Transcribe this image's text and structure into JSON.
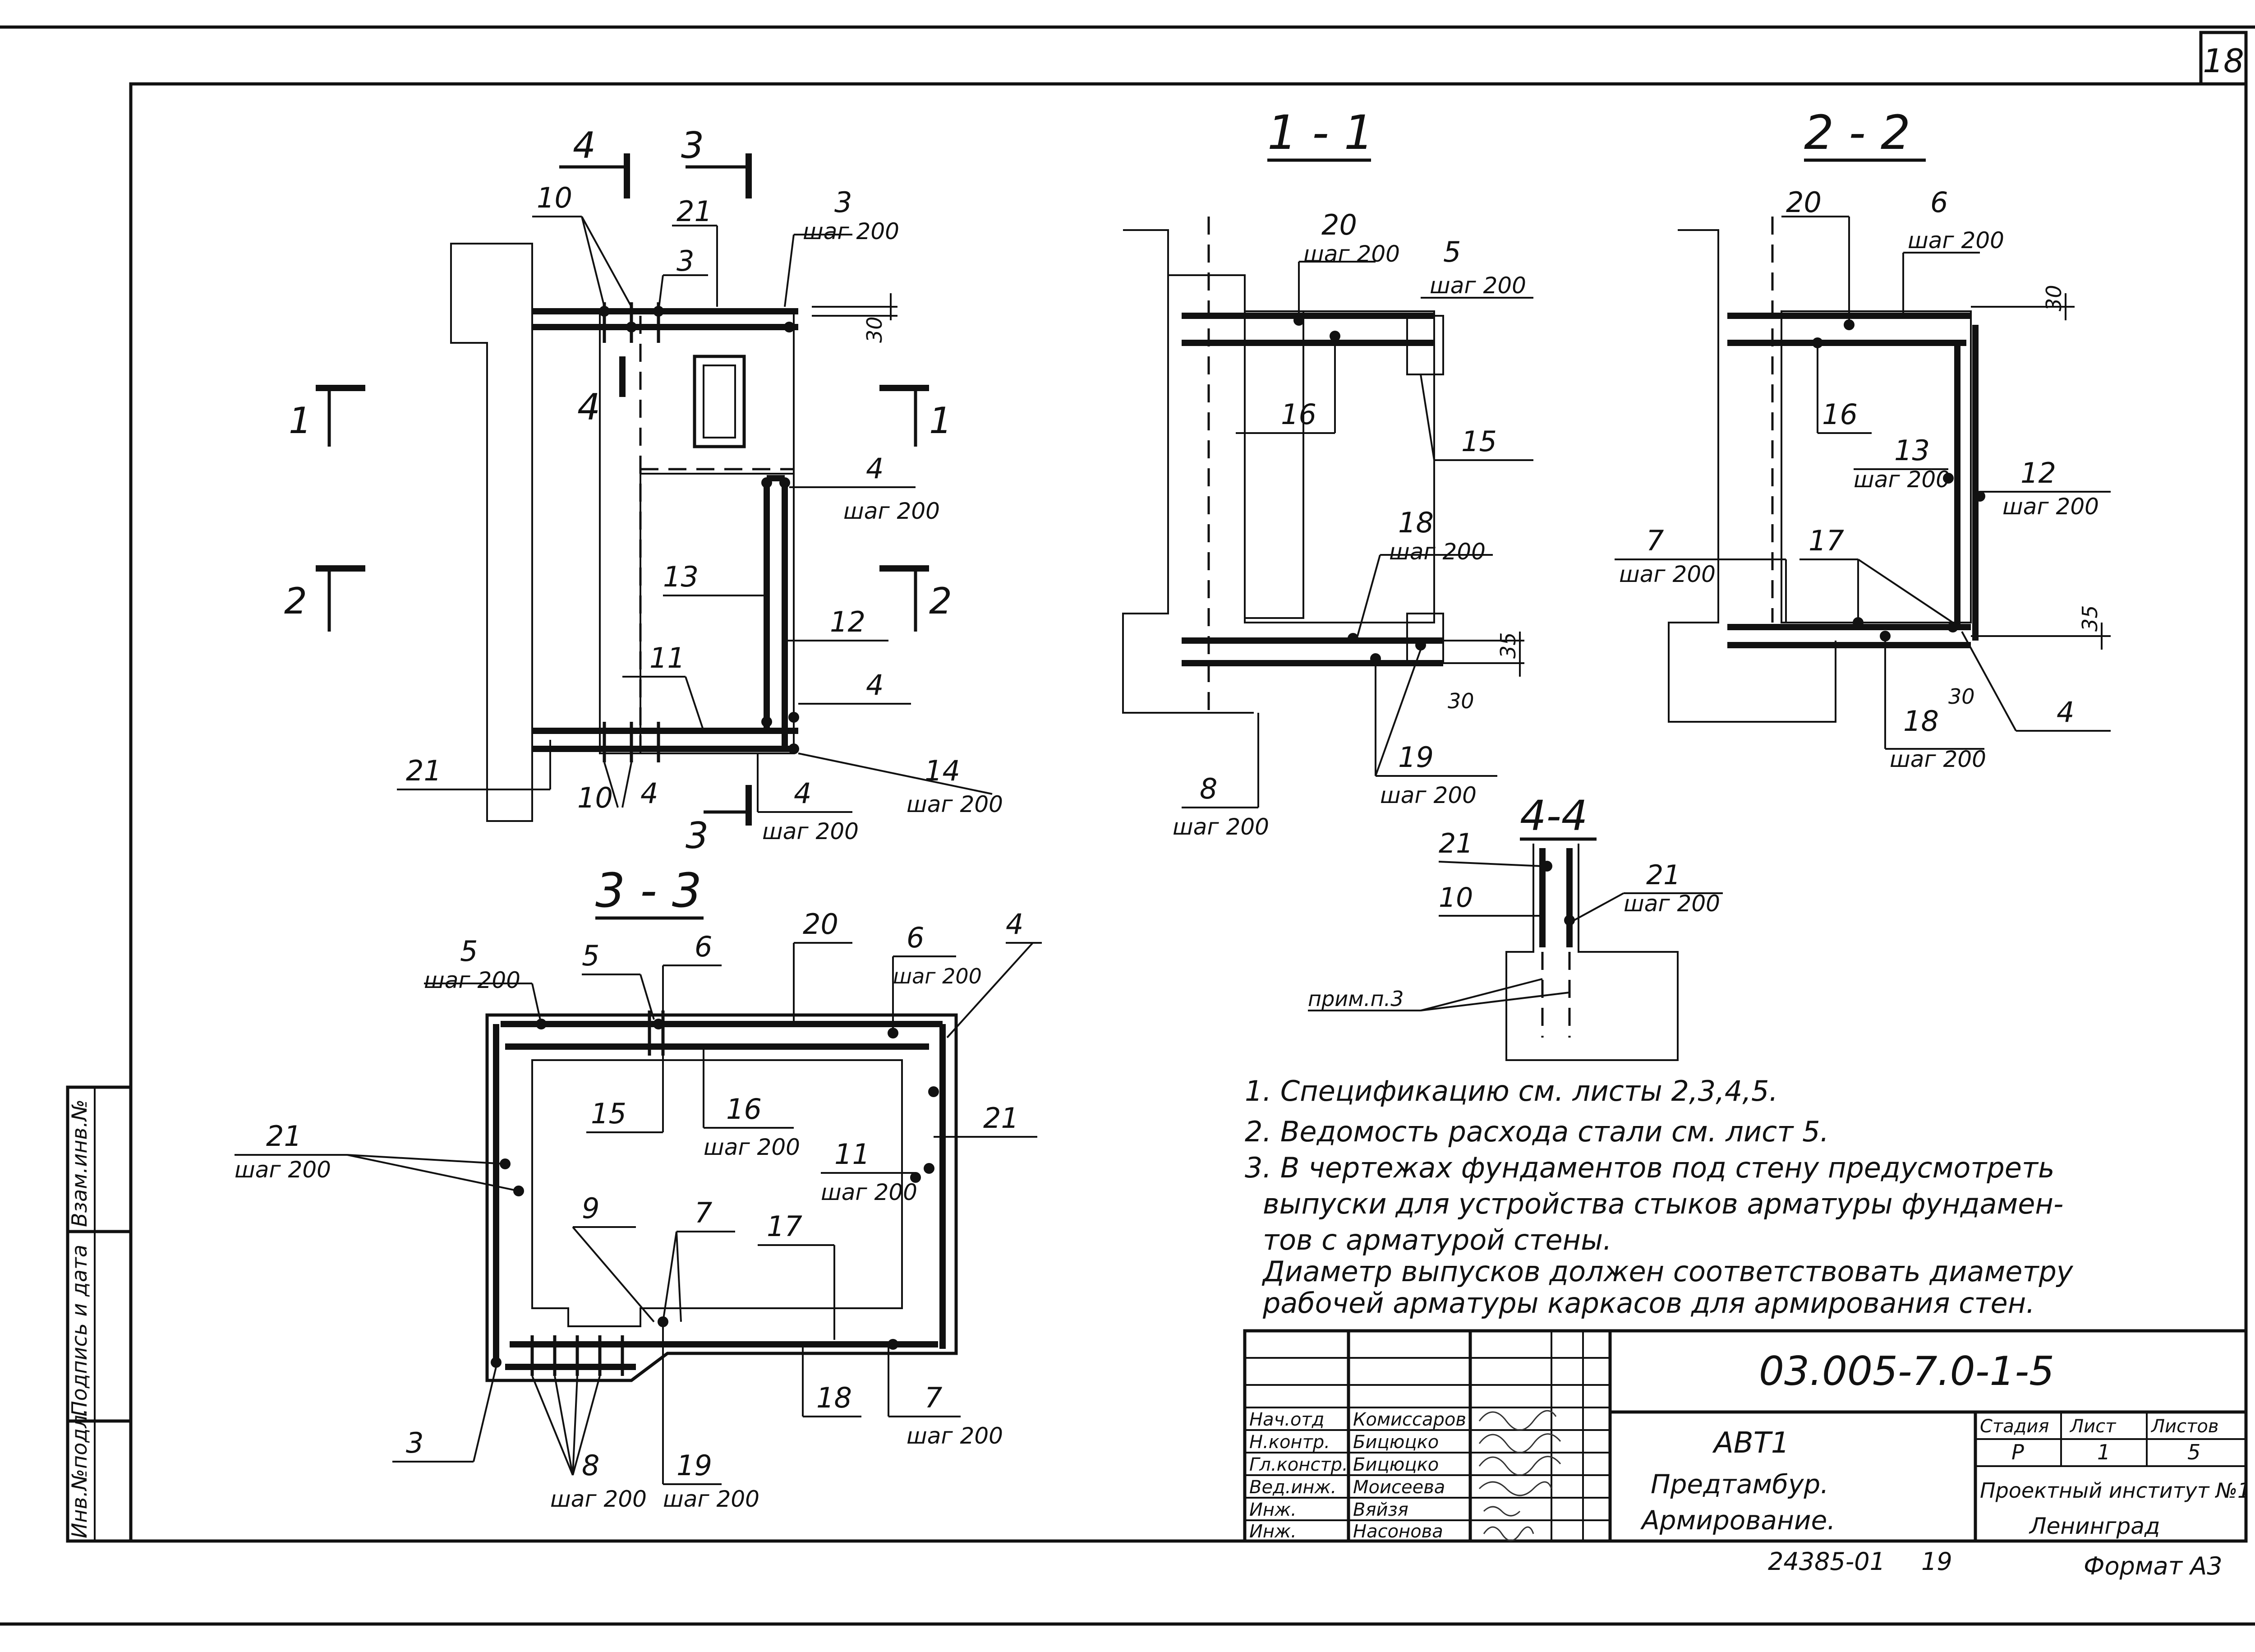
{
  "sheet": {
    "number": "18",
    "format": "Формат А3",
    "archive_no": "24385-01",
    "archive_page": "19"
  },
  "side_stamp": [
    "Инв.№подл.",
    "Подпись и дата",
    "Взам.инв.№"
  ],
  "plan": {
    "cuts": [
      "4",
      "3",
      "1",
      "1",
      "2",
      "2",
      "4",
      "3"
    ],
    "marks": [
      {
        "n": "10"
      },
      {
        "n": "21"
      },
      {
        "n": "3",
        "step": "шаг 200"
      },
      {
        "n": "3"
      },
      {
        "n": "4",
        "step": "шаг 200"
      },
      {
        "n": "13"
      },
      {
        "n": "12"
      },
      {
        "n": "11"
      },
      {
        "n": "4"
      },
      {
        "n": "14",
        "step": "шаг 200"
      },
      {
        "n": "21"
      },
      {
        "n": "10"
      },
      {
        "n": "4"
      },
      {
        "n": "4",
        "step": "шаг 200"
      }
    ],
    "dim_30": "30"
  },
  "section_1_1": {
    "title": "1 - 1",
    "marks": [
      {
        "n": "20",
        "step": "шаг 200"
      },
      {
        "n": "5",
        "step": "шаг 200"
      },
      {
        "n": "16"
      },
      {
        "n": "15"
      },
      {
        "n": "18",
        "step": "шаг 200"
      },
      {
        "n": "19",
        "step": "шаг 200"
      },
      {
        "n": "8",
        "step": "шаг 200"
      }
    ],
    "dims": [
      "35",
      "30"
    ]
  },
  "section_2_2": {
    "title": "2 - 2",
    "marks": [
      {
        "n": "20"
      },
      {
        "n": "6",
        "step": "шаг 200"
      },
      {
        "n": "16"
      },
      {
        "n": "13",
        "step": "шаг 200"
      },
      {
        "n": "12",
        "step": "шаг 200"
      },
      {
        "n": "7",
        "step": "шаг 200"
      },
      {
        "n": "17"
      },
      {
        "n": "18",
        "step": "шаг 200"
      },
      {
        "n": "4"
      }
    ],
    "dims": [
      "30",
      "35",
      "30"
    ]
  },
  "section_3_3": {
    "title": "3 - 3",
    "marks": [
      {
        "n": "5",
        "step": "шаг 200"
      },
      {
        "n": "5"
      },
      {
        "n": "6"
      },
      {
        "n": "20"
      },
      {
        "n": "6",
        "step": "шаг 200"
      },
      {
        "n": "4"
      },
      {
        "n": "15"
      },
      {
        "n": "16",
        "step": "шаг 200"
      },
      {
        "n": "21",
        "step": "шаг 200"
      },
      {
        "n": "21"
      },
      {
        "n": "11",
        "step": "шаг 200"
      },
      {
        "n": "9"
      },
      {
        "n": "7"
      },
      {
        "n": "17"
      },
      {
        "n": "18"
      },
      {
        "n": "7",
        "step": "шаг 200"
      },
      {
        "n": "3"
      },
      {
        "n": "8",
        "step": "шаг 200"
      },
      {
        "n": "19",
        "step": "шаг 200"
      }
    ]
  },
  "section_4_4": {
    "title": "4-4",
    "marks": [
      {
        "n": "21"
      },
      {
        "n": "10"
      },
      {
        "n": "21",
        "step": "шаг 200"
      }
    ],
    "note_ref": "прим.п.3"
  },
  "notes": [
    "1. Спецификацию см. листы 2,3,4,5.",
    "2. Ведомость расхода стали см. лист 5.",
    "3. В чертежах фундаментов под стену предусмотреть",
    "выпуски для устройства стыков арматуры фундамен-",
    "тов с арматурой стены.",
    "Диаметр выпусков должен соответствовать диаметру",
    "рабочей арматуры каркасов для армирования стен."
  ],
  "title_block": {
    "code": "03.005-7.0-1-5",
    "object": "АВТ1",
    "name_line1": "Предтамбур.",
    "name_line2": "Армирование.",
    "stage_hdr": "Стадия",
    "sheet_hdr": "Лист",
    "sheets_hdr": "Листов",
    "stage": "Р",
    "sheet": "1",
    "sheets": "5",
    "org_line1": "Проектный институт №1",
    "org_line2": "Ленинград",
    "people": [
      {
        "role": "Нач.отд",
        "name": "Комиссаров"
      },
      {
        "role": "Н.контр.",
        "name": "Бицюцко"
      },
      {
        "role": "Гл.констр.",
        "name": "Бицюцко"
      },
      {
        "role": "Вед.инж.",
        "name": "Моисеева"
      },
      {
        "role": "Инж.",
        "name": "Вяйзя"
      },
      {
        "role": "Инж.",
        "name": "Насонова"
      }
    ]
  }
}
